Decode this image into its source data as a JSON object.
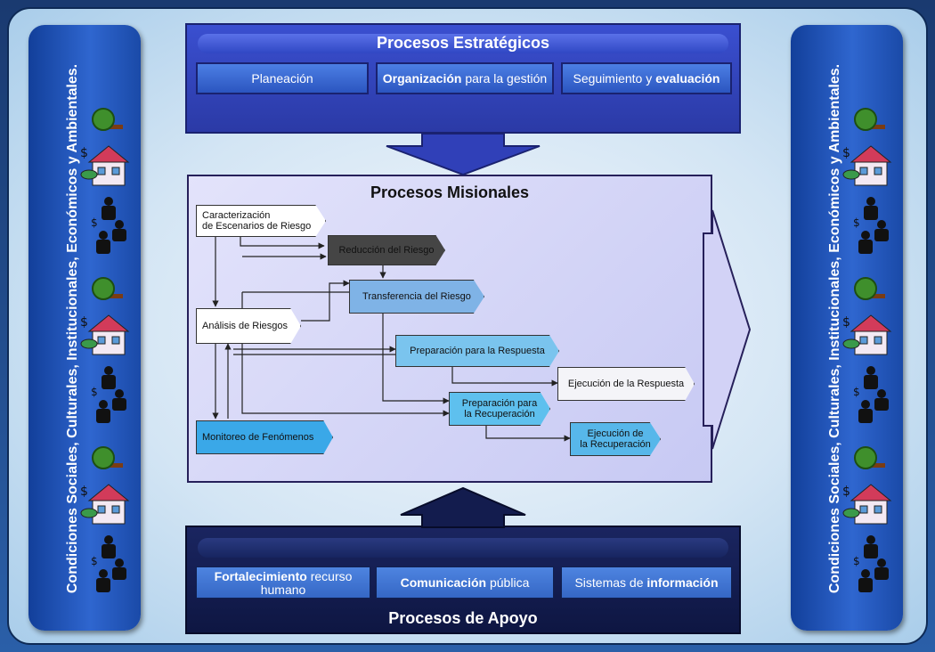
{
  "side_text": "Condiciones Sociales, Culturales, Institucionales, Económicos y Ambientales.",
  "strategic": {
    "title": "Procesos Estratégicos",
    "items": [
      {
        "pre": "",
        "bold": "",
        "post": "Planeación"
      },
      {
        "pre": "",
        "bold": "Organización",
        "post": " para la gestión"
      },
      {
        "pre": "Seguimiento y ",
        "bold": "evaluación",
        "post": ""
      }
    ]
  },
  "misional": {
    "title": "Procesos Misionales",
    "nodes": {
      "caracterizacion": [
        "Caracterización",
        "de Escenarios de Riesgo"
      ],
      "reduccion": "Reducción del Riesgo",
      "transferencia": "Transferencia del  Riesgo",
      "analisis": "Análisis de Riesgos",
      "preparacion_respuesta": "Preparación para la Respuesta",
      "ejecucion_respuesta": "Ejecución de la Respuesta",
      "preparacion_recuperacion": [
        "Preparación para",
        "la Recuperación"
      ],
      "monitoreo": "Monitoreo de Fenómenos",
      "ejecucion_recuperacion": [
        "Ejecución de",
        "la Recuperación"
      ]
    }
  },
  "apoyo": {
    "title": "Procesos de Apoyo",
    "items": [
      {
        "bold": "Fortalecimiento",
        "post": " recurso",
        "line2": "humano"
      },
      {
        "bold": "Comunicación",
        "post": " pública",
        "line2": ""
      },
      {
        "pre": "Sistemas de ",
        "bold": "información",
        "post": "",
        "line2": ""
      }
    ]
  },
  "colors": {
    "strategic": "#3545c4",
    "apoyo": "#141e52",
    "caracterizacion": "#ffffff",
    "reduccion": "#4a4a4a",
    "transferencia": "#7fb3e6",
    "preparacion_respuesta": "#7ac4ee",
    "ejecucion_respuesta": "#f4f4f8",
    "preparacion_recuperacion": "#5ec0ee",
    "monitoreo": "#3aa8e8",
    "ejecucion_recuperacion": "#57b7ea"
  },
  "icons": [
    "tree-icon",
    "house-icon",
    "money-icon",
    "people-icon"
  ]
}
